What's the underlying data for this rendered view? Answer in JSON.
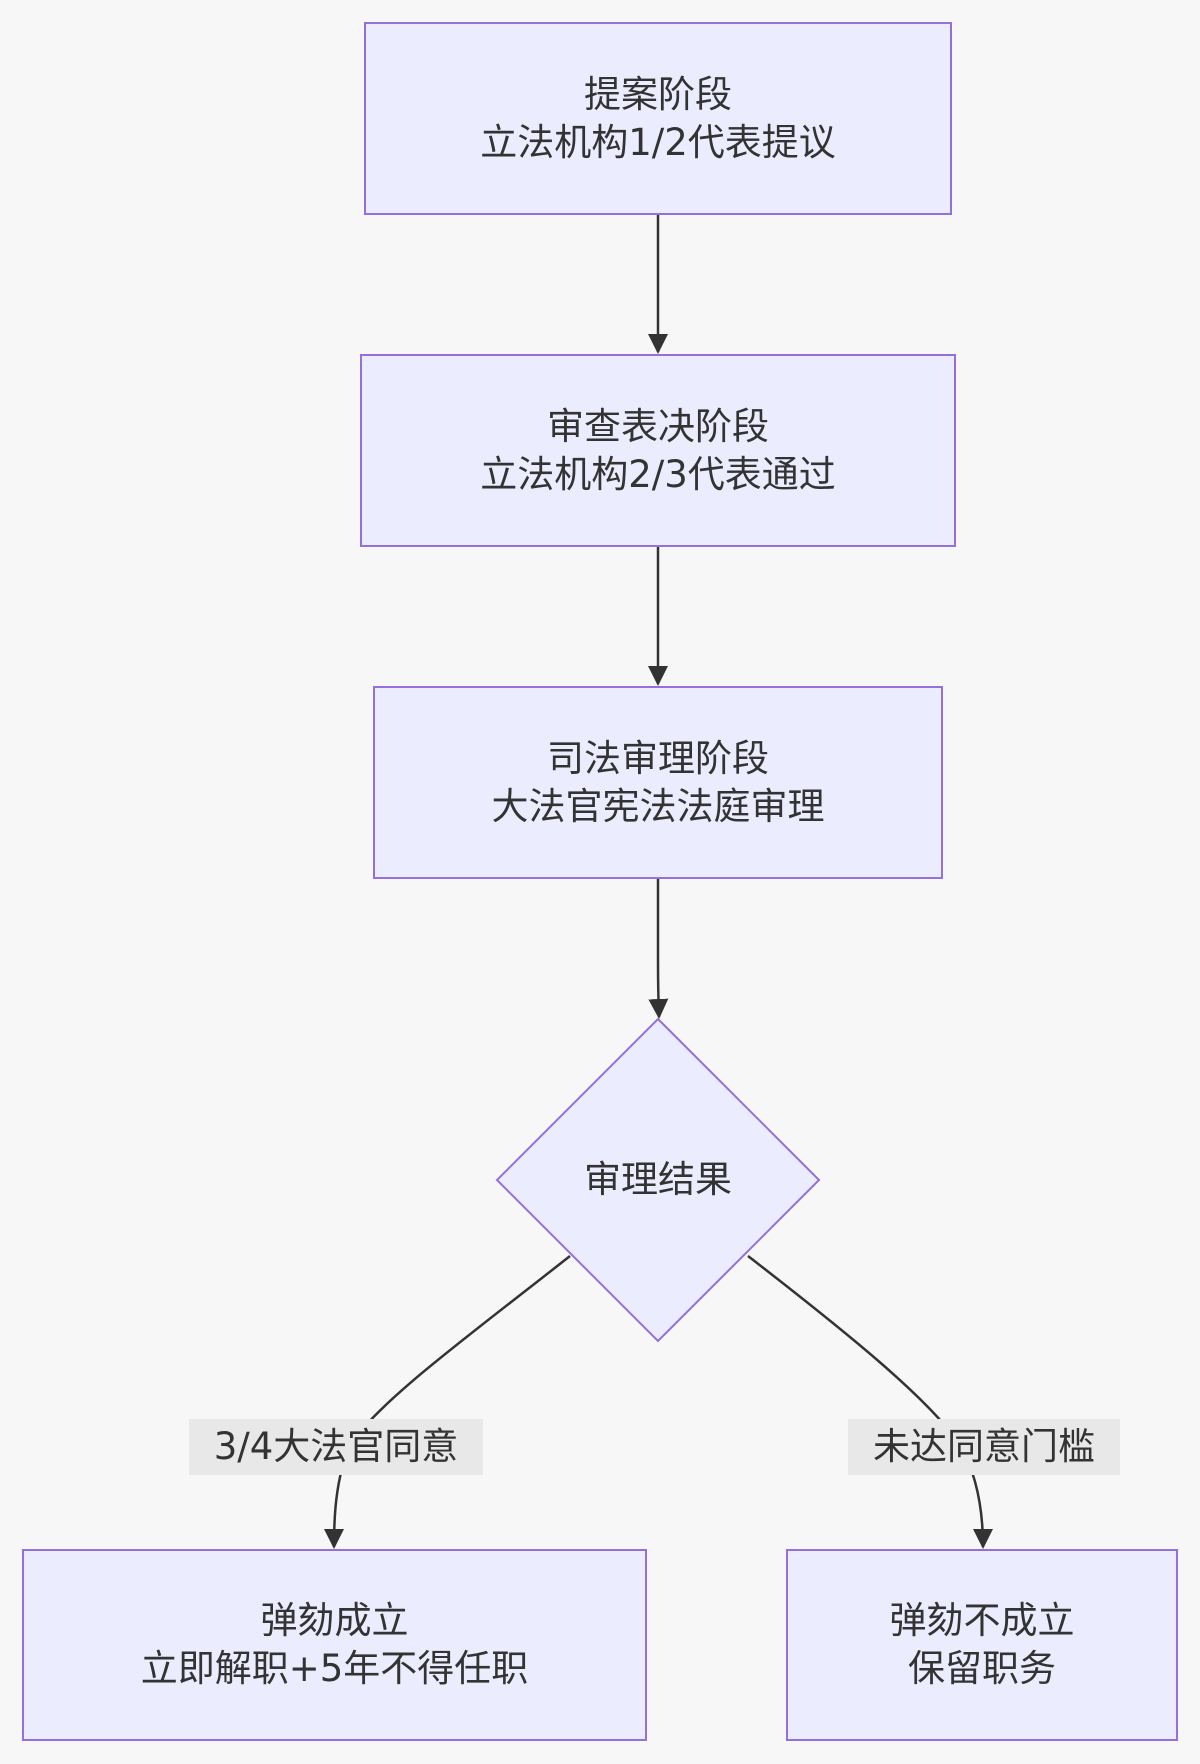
{
  "diagram": {
    "type": "flowchart",
    "direction": "top-down",
    "colors": {
      "background": "#f7f7f7",
      "node_fill": "#ececff",
      "node_border": "#9370db",
      "edge": "#333333",
      "edge_label_bg": "#e8e8e8",
      "text": "#333333"
    },
    "nodes": {
      "proposal": {
        "line1": "提案阶段",
        "line2": "立法机构1/2代表提议"
      },
      "review_vote": {
        "line1": "审查表决阶段",
        "line2": "立法机构2/3代表通过"
      },
      "judicial": {
        "line1": "司法审理阶段",
        "line2": "大法官宪法法庭审理"
      },
      "decision": {
        "label": "审理结果"
      },
      "impeached": {
        "line1": "弹劾成立",
        "line2": "立即解职+5年不得任职"
      },
      "not_impeached": {
        "line1": "弹劾不成立",
        "line2": "保留职务"
      }
    },
    "edges": [
      {
        "from": "proposal",
        "to": "review_vote",
        "label": ""
      },
      {
        "from": "review_vote",
        "to": "judicial",
        "label": ""
      },
      {
        "from": "judicial",
        "to": "decision",
        "label": ""
      },
      {
        "from": "decision",
        "to": "impeached",
        "label": "3/4大法官同意"
      },
      {
        "from": "decision",
        "to": "not_impeached",
        "label": "未达同意门槛"
      }
    ]
  }
}
